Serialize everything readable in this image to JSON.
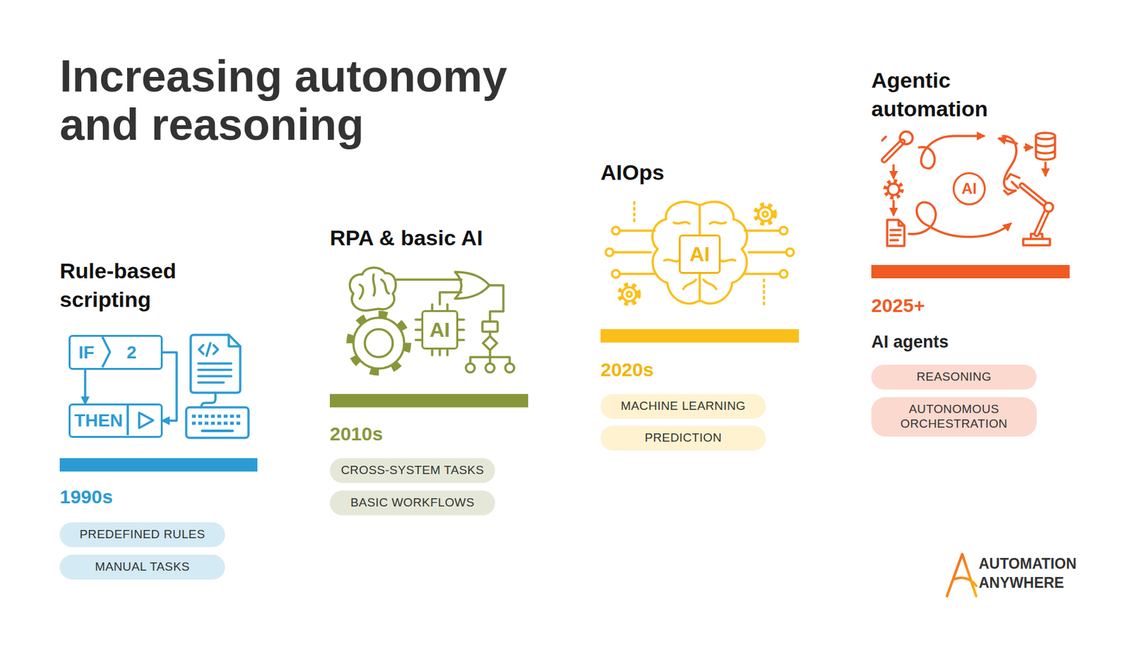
{
  "diagram": {
    "title": "Increasing autonomy and reasoning",
    "nodes": [
      {
        "text": [
          "IF",
          "2"
        ]
      },
      {
        "text": [
          "THEN"
        ]
      },
      {
        "text": [
          "PREDEFINED RULES"
        ]
      },
      {
        "text": [
          "MANUAL TASKS"
        ]
      },
      {
        "text": [
          "AI"
        ]
      },
      {
        "text": [
          "CROSS-SYSTEM TASKS"
        ]
      },
      {
        "text": [
          "BASIC WORKFLOWS"
        ]
      },
      {
        "text": [
          "AI"
        ]
      },
      {
        "text": [
          "MACHINE LEARNING"
        ]
      },
      {
        "text": [
          "PREDICTION"
        ]
      },
      {
        "text": [
          "AI"
        ]
      },
      {
        "text": [
          "REASONING"
        ]
      },
      {
        "text": [
          "AUTONOMOUS ORCHESTRATION"
        ]
      }
    ],
    "edges": [
      {
        "from": 0,
        "to": 1,
        "arrow": "to"
      },
      {
        "from": 0,
        "to": 1,
        "arrow": "to"
      }
    ],
    "labels": [
      "Rule-based scripting",
      "1990s",
      "RPA & basic AI",
      "2010s",
      "AIOps",
      "2020s",
      "Agentic automation",
      "2025+",
      "AI agents",
      "AUTOMATION ANYWHERE"
    ]
  }
}
